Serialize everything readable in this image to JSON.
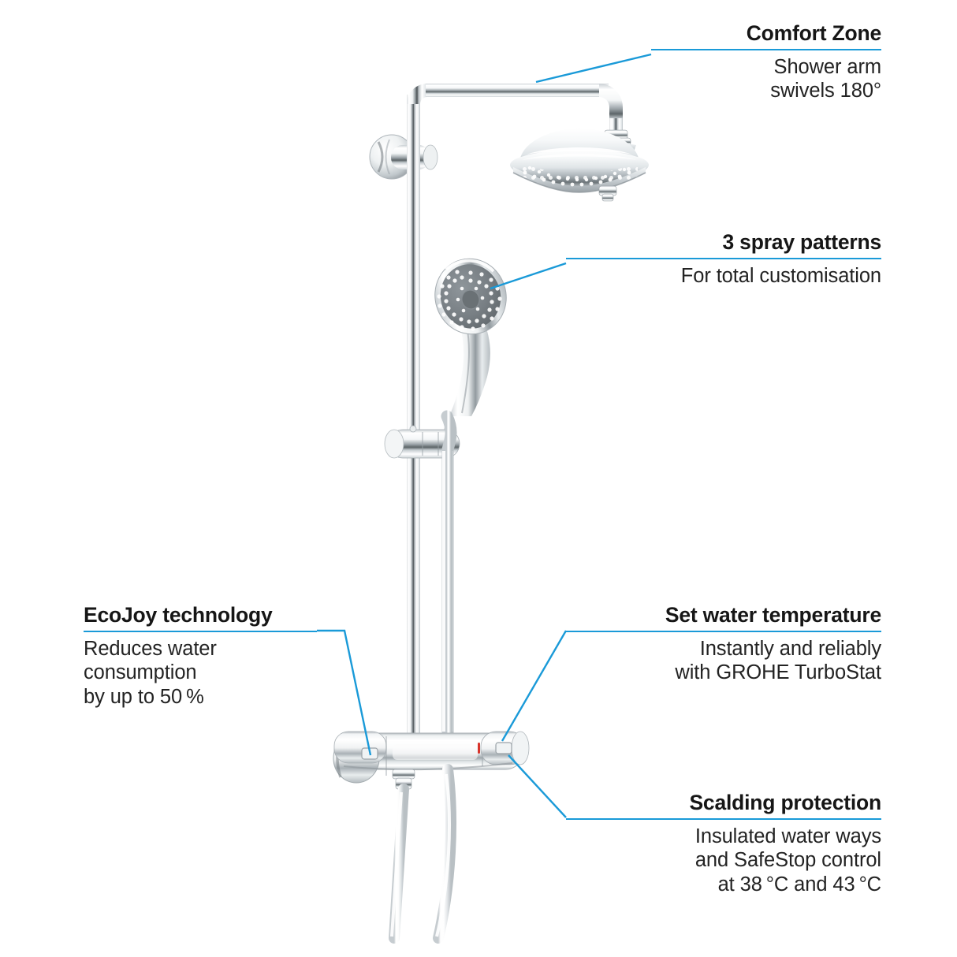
{
  "accent_color": "#1a9ad8",
  "background_color": "#ffffff",
  "text_color": "#161616",
  "product": {
    "name": "thermostatic-shower-system",
    "finish": "chrome",
    "parts": [
      "wall-bracket",
      "riser-rail",
      "shower-arm",
      "overhead-shower-head",
      "hand-shower",
      "sliding-holder",
      "thermostatic-valve",
      "shower-hose"
    ]
  },
  "callouts": [
    {
      "id": "comfort-zone",
      "title": "Comfort Zone",
      "body_lines": [
        "Shower arm",
        "swivels 180°"
      ],
      "align": "right"
    },
    {
      "id": "spray-patterns",
      "title": "3 spray patterns",
      "body_lines": [
        "For total customisation"
      ],
      "align": "right"
    },
    {
      "id": "ecojoy",
      "title": "EcoJoy technology",
      "body_lines": [
        "Reduces water",
        "consumption",
        "by up to 50 %"
      ],
      "align": "left"
    },
    {
      "id": "set-water-temperature",
      "title": "Set water temperature",
      "body_lines": [
        "Instantly and reliably",
        "with GROHE TurboStat"
      ],
      "align": "right"
    },
    {
      "id": "scalding-protection",
      "title": "Scalding protection",
      "body_lines": [
        "Insulated water ways",
        "and SafeStop control",
        "at 38 °C and 43 °C"
      ],
      "align": "right"
    }
  ]
}
